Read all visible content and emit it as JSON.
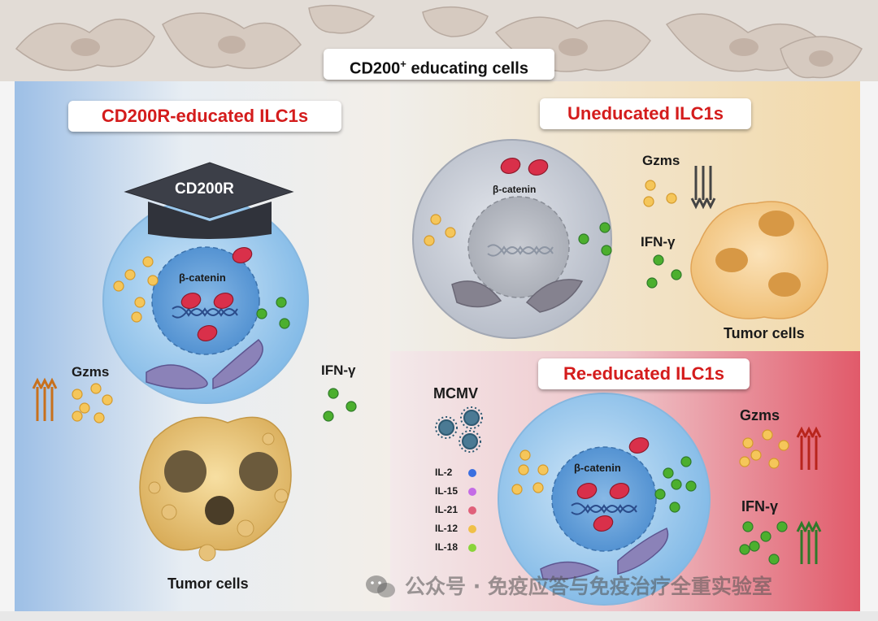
{
  "header": {
    "title_main": "CD200",
    "title_sup": "+",
    "title_rest": " educating cells"
  },
  "panels": {
    "left": {
      "title": "CD200R-educated ILC1s",
      "hat_label": "CD200R",
      "nucleus_label": "β-catenin",
      "gzms_label": "Gzms",
      "ifn_label": "IFN-γ",
      "tumor_label": "Tumor cells"
    },
    "right_top": {
      "title": "Uneducated ILC1s",
      "nucleus_label": "β-catenin",
      "gzms_label": "Gzms",
      "ifn_label": "IFN-γ",
      "tumor_label": "Tumor cells"
    },
    "right_bottom": {
      "title": "Re-educated ILC1s",
      "virus_label": "MCMV",
      "nucleus_label": "β-catenin",
      "gzms_label": "Gzms",
      "ifn_label": "IFN-γ",
      "legend": [
        {
          "label": "IL-2",
          "color": "#3a6fe0"
        },
        {
          "label": "IL-15",
          "color": "#c46be6"
        },
        {
          "label": "IL-21",
          "color": "#e0607a"
        },
        {
          "label": "IL-12",
          "color": "#f0c048"
        },
        {
          "label": "IL-18",
          "color": "#8ad43a"
        }
      ]
    }
  },
  "watermark": "公众号 · 免疫应答与免疫治疗全重实验室",
  "colors": {
    "title_red": "#d41c1c",
    "gzms_yellow": "#f5c65a",
    "ifn_green": "#4caf2e",
    "beta_catenin_red": "#d9304a",
    "arrow_up_orange": "#c8701c",
    "arrow_up_red": "#b8241c",
    "arrow_up_green": "#2f7a2a",
    "arrow_down_dark": "#444444"
  }
}
